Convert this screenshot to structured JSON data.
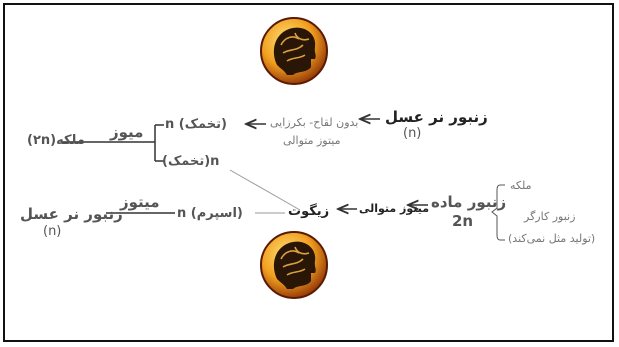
{
  "diagram": {
    "queen": "ملکه(۲n)",
    "meiosis": "میوز",
    "egg_top": "(تخمک) n",
    "egg_bottom": "n(تخمک)",
    "parthenogenesis": "بدون لقاح- بکرزایی",
    "successive_mitosis_top": "میتوز متوالی",
    "male_bee_top": "زنبور نر عسل",
    "male_bee_top_n": "(n)",
    "male_bee_left": "زنبور نر عسل",
    "male_bee_left_n": "(n)",
    "mitosis": "میتوز",
    "sperm": "(اسپرم) n",
    "zygote": "زیگوت",
    "successive_mitosis": "میتوز متوالی",
    "female_bee": "زنبور ماده",
    "female_bee_2n": "2n",
    "queen_out": "ملکه",
    "worker": "زنبور کارگر",
    "worker_note": "(تولید مثل نمی‌کند)"
  },
  "logos": [
    "brain-head-logo-top",
    "brain-head-logo-bottom"
  ]
}
